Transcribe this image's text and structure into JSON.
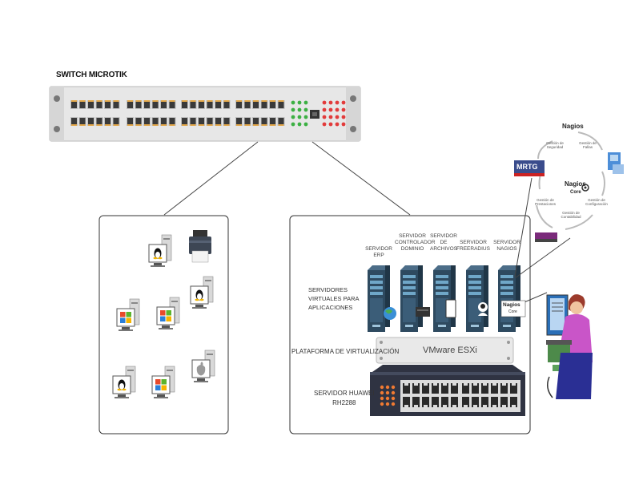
{
  "switch": {
    "title": "SWITCH MICROTIK"
  },
  "servers": [
    {
      "label": "SERVIDOR\nERP"
    },
    {
      "label": "SERVIDOR\nCONTROLADOR\nDOMINIO"
    },
    {
      "label": "SERVIDOR\nDE\nARCHIVOS"
    },
    {
      "label": "SERVIDOR\nFREERADIUS"
    },
    {
      "label": "SERVIDOR\nNAGIOS"
    }
  ],
  "labels": {
    "virtual_servers": "SERVIDORES\nVIRTUALES PARA\nAPLICACIONES",
    "virtualization_platform": "PLATAFORMA DE VIRTUALIZACIÓN",
    "vmware": "VMware ESXi",
    "huawei": "SERVIDOR HUAWEI\nRH2288"
  },
  "nagios_cycle": {
    "title": "Nagios",
    "core_title": "Nagios",
    "core_sub": "Core",
    "badge_title": "Nagios",
    "badge_sub": "Core",
    "steps": [
      "Gestión de\nSeguridad",
      "Gestión de\nFallas",
      "Gestión de\nConfiguración",
      "Gestión de\nContabilidad",
      "Gestión de\nPrestaciones"
    ],
    "mrtg": "MRTG"
  },
  "colors": {
    "switch_body": "#e7e7e7",
    "port": "#3a3a3a",
    "led_green": "#3cb043",
    "led_red": "#e23b3b",
    "server_body": "#2e4a60",
    "huawei_body": "#2f3342",
    "orange_led": "#f07a32",
    "vmware_bar": "#e9e9e9"
  }
}
